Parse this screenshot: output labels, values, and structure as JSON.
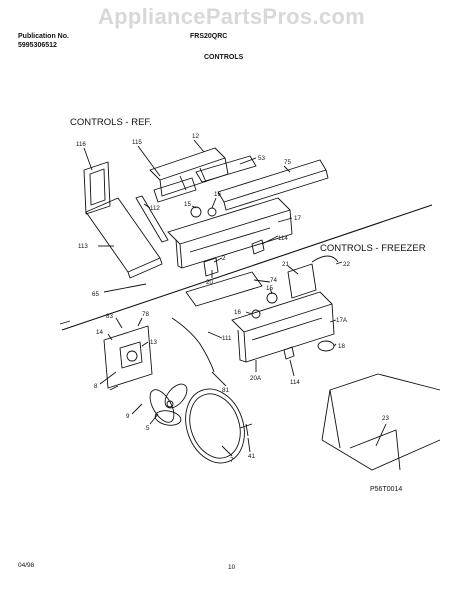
{
  "watermark": "AppliancePartsPros.com",
  "header": {
    "publication_label": "Publication No.",
    "publication_number": "5995306512",
    "model": "FRS20QRC",
    "section": "CONTROLS"
  },
  "sections": {
    "ref": "CONTROLS - REF.",
    "freezer": "CONTROLS - FREEZER"
  },
  "part_labels": [
    "116",
    "115",
    "12",
    "53",
    "75",
    "16",
    "15",
    "112",
    "17",
    "113",
    "114",
    "2",
    "20",
    "65",
    "74",
    "21",
    "22",
    "15",
    "16",
    "111",
    "17A",
    "18",
    "83",
    "78",
    "14",
    "13",
    "8",
    "20A",
    "114",
    "81",
    "9",
    "5",
    "7",
    "41",
    "23"
  ],
  "figure_code": "P56T0014",
  "footer": {
    "date": "04/98",
    "page": "10"
  }
}
